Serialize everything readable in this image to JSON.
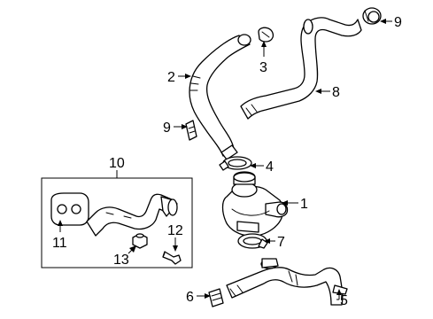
{
  "callouts": [
    {
      "id": "1",
      "text": "1"
    },
    {
      "id": "2",
      "text": "2"
    },
    {
      "id": "3",
      "text": "3"
    },
    {
      "id": "4",
      "text": "4"
    },
    {
      "id": "5",
      "text": "5"
    },
    {
      "id": "6",
      "text": "6"
    },
    {
      "id": "7",
      "text": "7"
    },
    {
      "id": "8",
      "text": "8"
    },
    {
      "id": "9a",
      "text": "9"
    },
    {
      "id": "9b",
      "text": "9"
    },
    {
      "id": "10",
      "text": "10"
    },
    {
      "id": "11",
      "text": "11"
    },
    {
      "id": "12",
      "text": "12"
    },
    {
      "id": "13",
      "text": "13"
    }
  ]
}
